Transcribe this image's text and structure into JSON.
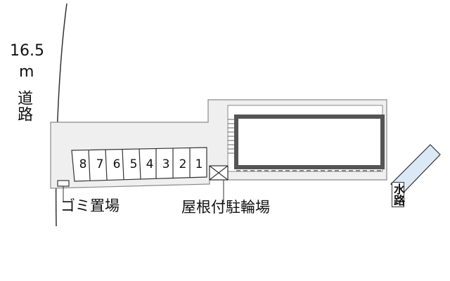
{
  "road": {
    "width": "16.5",
    "unit": "m",
    "name": "道路"
  },
  "parking_slots": [
    "8",
    "7",
    "6",
    "5",
    "4",
    "3",
    "2",
    "1"
  ],
  "labels": {
    "garbage": "ゴミ置場",
    "bicycle_parking": "屋根付駐輪場",
    "canal": "水路"
  },
  "colors": {
    "lot_fill": "#efefef",
    "outline": "#8a8a8a",
    "building_wall": "#555555",
    "canal_fill": "#dbe9f7"
  }
}
